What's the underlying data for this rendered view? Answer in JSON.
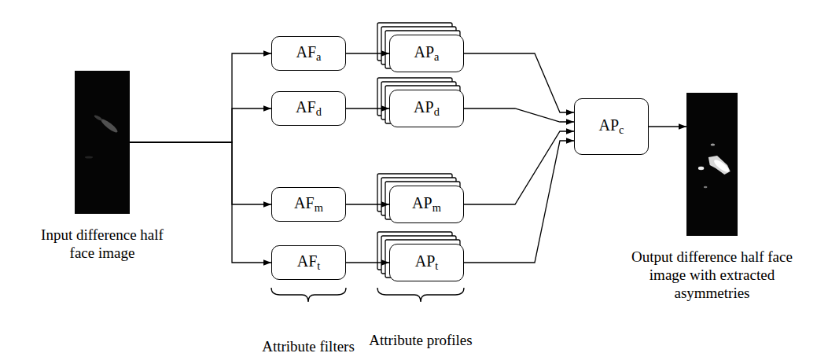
{
  "diagram": {
    "nodes": [
      {
        "text": [
          "Input difference half face image"
        ]
      },
      {
        "text": [
          "AFa"
        ]
      },
      {
        "text": [
          "AFd"
        ]
      },
      {
        "text": [
          "AFm"
        ]
      },
      {
        "text": [
          "AFt"
        ]
      },
      {
        "text": [
          "APa"
        ]
      },
      {
        "text": [
          "APd"
        ]
      },
      {
        "text": [
          "APm"
        ]
      },
      {
        "text": [
          "APt"
        ]
      },
      {
        "text": [
          "APc"
        ]
      },
      {
        "text": [
          "Output difference half face image with extracted asymmetries"
        ]
      }
    ],
    "edges": [
      {
        "from": 0,
        "to": 1,
        "arrow": "to"
      },
      {
        "from": 0,
        "to": 2,
        "arrow": "to"
      },
      {
        "from": 0,
        "to": 3,
        "arrow": "to"
      },
      {
        "from": 0,
        "to": 4,
        "arrow": "to"
      },
      {
        "from": 1,
        "to": 5,
        "arrow": "to"
      },
      {
        "from": 2,
        "to": 6,
        "arrow": "to"
      },
      {
        "from": 3,
        "to": 7,
        "arrow": "to"
      },
      {
        "from": 4,
        "to": 8,
        "arrow": "to"
      },
      {
        "from": 5,
        "to": 9,
        "arrow": "to"
      },
      {
        "from": 6,
        "to": 9,
        "arrow": "to"
      },
      {
        "from": 7,
        "to": 9,
        "arrow": "to"
      },
      {
        "from": 8,
        "to": 9,
        "arrow": "to"
      },
      {
        "from": 9,
        "to": 10,
        "arrow": "to"
      }
    ],
    "labels": [
      "Attribute filters",
      "Attribute profiles"
    ]
  }
}
